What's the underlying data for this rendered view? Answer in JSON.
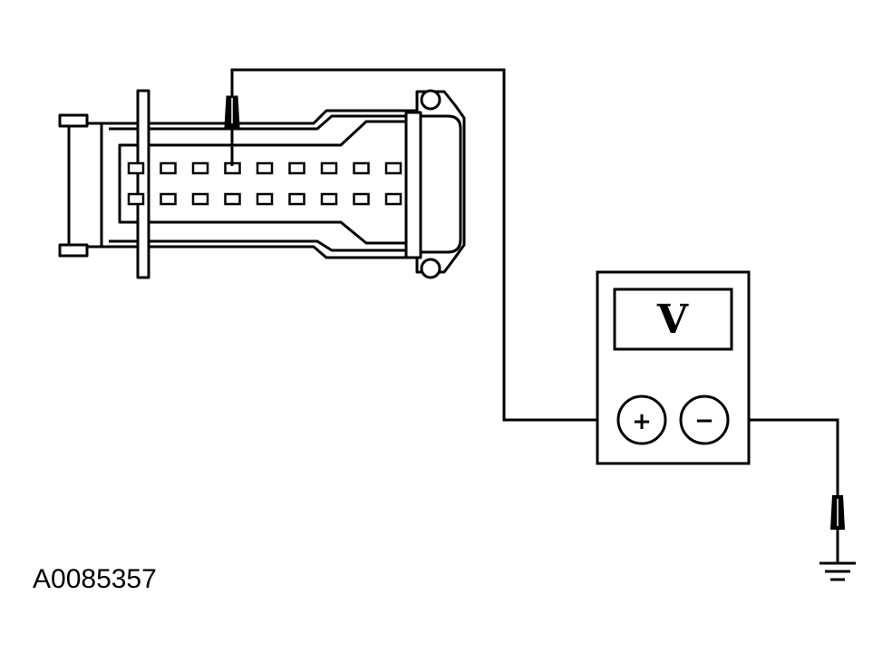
{
  "figure_id": "A0085357",
  "meter": {
    "mode_label": "V",
    "positive_label": "+",
    "negative_label": "−"
  },
  "connector": {
    "pin_rows": 2,
    "pins_per_row": 9,
    "probed_pin": {
      "row": 1,
      "index": 4
    }
  },
  "colors": {
    "line": "#000000",
    "background": "#ffffff",
    "fill": "#ffffff"
  }
}
